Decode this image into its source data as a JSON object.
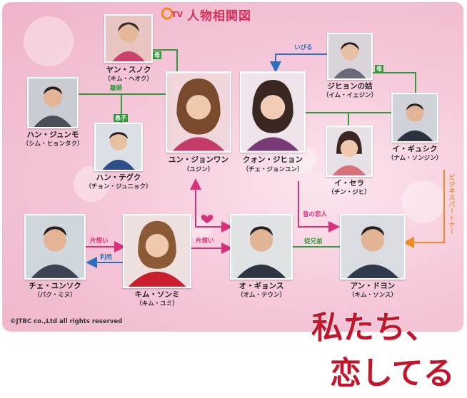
{
  "header": {
    "logo_text": "TV",
    "title": "人物相関図"
  },
  "characters": [
    {
      "id": "yan",
      "name": "ヤン・スノク",
      "actor": "（キム・ヘオク）"
    },
    {
      "id": "han-junmo",
      "name": "ハン・ジュンモ",
      "actor": "（シム・ヒョンタク）"
    },
    {
      "id": "han-teguk",
      "name": "ハン・テグク",
      "actor": "（チョン・ジュニョク）"
    },
    {
      "id": "yun",
      "name": "ユン・ジョンワン",
      "actor": "（ユジン）"
    },
    {
      "id": "kwon",
      "name": "クォン・ジヒョン",
      "actor": "（チェ・ジョンユン）"
    },
    {
      "id": "mother-in-law",
      "name": "ジヒョンの姑",
      "actor": "（イム・イェジン）"
    },
    {
      "id": "sera",
      "name": "イ・セラ",
      "actor": "（チン・ジヒ）"
    },
    {
      "id": "gyushik",
      "name": "イ・ギュシク",
      "actor": "（ナム・ソンジン）"
    },
    {
      "id": "chae",
      "name": "チェ・ユンソク",
      "actor": "（パク・ミヌ）"
    },
    {
      "id": "kim",
      "name": "キム・ソンミ",
      "actor": "（キム・ユミ）"
    },
    {
      "id": "oh",
      "name": "オ・ギョンス",
      "actor": "（オム・テウン）"
    },
    {
      "id": "ahn",
      "name": "アン・ドヨン",
      "actor": "（キム・ソンス）"
    }
  ],
  "relations": {
    "mother_left": "母",
    "divorce": "離婚",
    "son": "息子",
    "bully": "いびる",
    "mother_right": "母",
    "ex_lover": "昔の恋人",
    "one_sided_1": "片想い",
    "uses": "利用",
    "one_sided_2": "片想い",
    "cousin": "従兄弟",
    "business_partner": "ビジネスパートナー"
  },
  "footer": {
    "copyright": "©JTBC co.,Ltd all rights reserved",
    "show_title_line1": "私たち、",
    "show_title_line2": "恋してる"
  },
  "colors": {
    "green": "#2e9a3a",
    "magenta": "#d8307a",
    "blue": "#2b6fc0",
    "orange": "#f08a22",
    "title_red": "#d6325a"
  }
}
